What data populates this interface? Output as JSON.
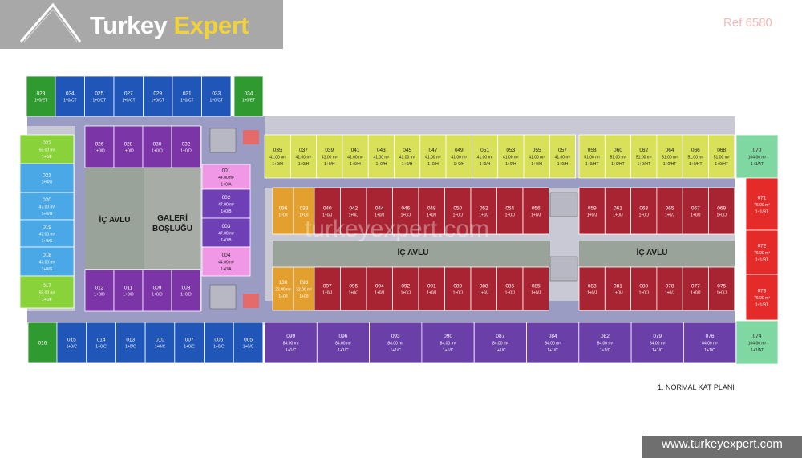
{
  "branding": {
    "logo_part1": "Turkey",
    "logo_part2": "Expert",
    "ref": "Ref 6580",
    "website": "www.turkeyexpert.com",
    "watermark": "turkeyexpert.com"
  },
  "plan_title": "1. NORMAL KAT PLANI",
  "labels": {
    "ic_avlu": "İÇ AVLU",
    "galeri_1": "GALERİ",
    "galeri_2": "BOŞLUĞU"
  },
  "colors": {
    "green": "#2f9a2f",
    "blue": "#1f56b8",
    "purple_dark": "#7b35a6",
    "magenta": "#c65cc2",
    "pink": "#f097e6",
    "violet": "#6f3fb5",
    "lime": "#d9e05a",
    "bright_green": "#8ad23a",
    "sky": "#4aa8e6",
    "maroon": "#a82433",
    "orange": "#e3a02e",
    "red": "#e52a2a",
    "mint": "#7fd8a1",
    "grey_court": "#9aa39a",
    "corridor": "#9a9cc4",
    "deep_purple": "#6a3fa8"
  },
  "units": {
    "u023": {
      "no": "023",
      "area": "",
      "type": "1+0/ET"
    },
    "u024": {
      "no": "024",
      "area": "",
      "type": "1+0/CT"
    },
    "u025": {
      "no": "025",
      "area": "",
      "type": "1+0/CT"
    },
    "u027": {
      "no": "027",
      "area": "",
      "type": "1+0/CT"
    },
    "u029": {
      "no": "029",
      "area": "",
      "type": "1+0/CT"
    },
    "u031": {
      "no": "031",
      "area": "",
      "type": "1+0/CT"
    },
    "u033": {
      "no": "033",
      "area": "",
      "type": "1+0/CT"
    },
    "u034": {
      "no": "034",
      "area": "",
      "type": "1+0/ET"
    },
    "u022": {
      "no": "022",
      "area": "55.00 m²",
      "type": "1+0/F"
    },
    "u021": {
      "no": "021",
      "area": "",
      "type": "1+0/G"
    },
    "u020": {
      "no": "020",
      "area": "47.00 m²",
      "type": "1+0/G"
    },
    "u019": {
      "no": "019",
      "area": "47.00 m²",
      "type": "1+0/G"
    },
    "u018": {
      "no": "018",
      "area": "47.00 m²",
      "type": "1+0/G"
    },
    "u017": {
      "no": "017",
      "area": "55.00 m²",
      "type": "1+0/F"
    },
    "u026": {
      "no": "026",
      "area": "",
      "type": "1+0/D"
    },
    "u028": {
      "no": "028",
      "area": "",
      "type": "1+0/D"
    },
    "u030": {
      "no": "030",
      "area": "",
      "type": "1+0/D"
    },
    "u032": {
      "no": "032",
      "area": "",
      "type": "1+0/D"
    },
    "u012": {
      "no": "012",
      "area": "",
      "type": "1+0/D"
    },
    "u011": {
      "no": "011",
      "area": "",
      "type": "1+0/D"
    },
    "u009": {
      "no": "009",
      "area": "",
      "type": "1+0/D"
    },
    "u008": {
      "no": "008",
      "area": "",
      "type": "1+0/D"
    },
    "u001": {
      "no": "001",
      "area": "44.00 m²",
      "type": "1+0/A"
    },
    "u002": {
      "no": "002",
      "area": "47.00 m²",
      "type": "1+0/B"
    },
    "u003": {
      "no": "003",
      "area": "47.00 m²",
      "type": "1+0/B"
    },
    "u004": {
      "no": "004",
      "area": "44.00 m²",
      "type": "1+0/A"
    },
    "u016": {
      "no": "016",
      "area": "",
      "type": ""
    },
    "u015": {
      "no": "015",
      "area": "",
      "type": "1+0/C"
    },
    "u014": {
      "no": "014",
      "area": "",
      "type": "1+0/C"
    },
    "u013": {
      "no": "013",
      "area": "",
      "type": "1+0/C"
    },
    "u010": {
      "no": "010",
      "area": "",
      "type": "1+0/C"
    },
    "u007": {
      "no": "007",
      "area": "",
      "type": "1+0/C"
    },
    "u006": {
      "no": "006",
      "area": "",
      "type": "1+0/C"
    },
    "u005": {
      "no": "005",
      "area": "",
      "type": "1+0/C"
    },
    "u035": {
      "no": "035",
      "area": "41.00 m²",
      "type": "1+0/H"
    },
    "u037": {
      "no": "037",
      "area": "41.00 m²",
      "type": "1+0/H"
    },
    "u039": {
      "no": "039",
      "area": "41.00 m²",
      "type": "1+0/H"
    },
    "u041": {
      "no": "041",
      "area": "41.00 m²",
      "type": "1+0/H"
    },
    "u043": {
      "no": "043",
      "area": "41.00 m²",
      "type": "1+0/H"
    },
    "u045": {
      "no": "045",
      "area": "41.00 m²",
      "type": "1+0/H"
    },
    "u047": {
      "no": "047",
      "area": "41.00 m²",
      "type": "1+0/H"
    },
    "u049": {
      "no": "049",
      "area": "41.00 m²",
      "type": "1+0/H"
    },
    "u051": {
      "no": "051",
      "area": "41.00 m²",
      "type": "1+0/H"
    },
    "u053": {
      "no": "053",
      "area": "41.00 m²",
      "type": "1+0/H"
    },
    "u055": {
      "no": "055",
      "area": "41.00 m²",
      "type": "1+0/H"
    },
    "u057": {
      "no": "057",
      "area": "41.00 m²",
      "type": "1+0/H"
    },
    "u058": {
      "no": "058",
      "area": "51.00 m²",
      "type": "1+0/HT"
    },
    "u060": {
      "no": "060",
      "area": "51.00 m²",
      "type": "1+0/HT"
    },
    "u062": {
      "no": "062",
      "area": "51.00 m²",
      "type": "1+0/HT"
    },
    "u064": {
      "no": "064",
      "area": "51.00 m²",
      "type": "1+0/HT"
    },
    "u066": {
      "no": "066",
      "area": "51.00 m²",
      "type": "1+0/HT"
    },
    "u068": {
      "no": "068",
      "area": "51.00 m²",
      "type": "1+0/HT"
    },
    "u070": {
      "no": "070",
      "area": "104.00 m²",
      "type": "1+1/AT"
    },
    "u036": {
      "no": "036",
      "area": "",
      "type": "1+0/I"
    },
    "u038": {
      "no": "038",
      "area": "",
      "type": "1+0/I"
    },
    "u040": {
      "no": "040",
      "area": "",
      "type": "1+0/J"
    },
    "u042": {
      "no": "042",
      "area": "",
      "type": "1+0/J"
    },
    "u044": {
      "no": "044",
      "area": "",
      "type": "1+0/J"
    },
    "u046": {
      "no": "046",
      "area": "",
      "type": "1+0/J"
    },
    "u048": {
      "no": "048",
      "area": "",
      "type": "1+0/J"
    },
    "u050": {
      "no": "050",
      "area": "",
      "type": "1+0/J"
    },
    "u052": {
      "no": "052",
      "area": "",
      "type": "1+0/J"
    },
    "u054": {
      "no": "054",
      "area": "",
      "type": "1+0/J"
    },
    "u056": {
      "no": "056",
      "area": "",
      "type": "1+0/J"
    },
    "u059": {
      "no": "059",
      "area": "",
      "type": "1+0/J"
    },
    "u061": {
      "no": "061",
      "area": "",
      "type": "1+0/J"
    },
    "u063": {
      "no": "063",
      "area": "",
      "type": "1+0/J"
    },
    "u065": {
      "no": "065",
      "area": "",
      "type": "1+0/J"
    },
    "u067": {
      "no": "067",
      "area": "",
      "type": "1+0/J"
    },
    "u069": {
      "no": "069",
      "area": "",
      "type": "1+0/J"
    },
    "u100": {
      "no": "100",
      "area": "32.00 m²",
      "type": "1+0/I"
    },
    "u098": {
      "no": "098",
      "area": "32.00 m²",
      "type": "1+0/I"
    },
    "u097": {
      "no": "097",
      "area": "",
      "type": "1+0/J"
    },
    "u095": {
      "no": "095",
      "area": "",
      "type": "1+0/J"
    },
    "u094": {
      "no": "094",
      "area": "",
      "type": "1+0/J"
    },
    "u092": {
      "no": "092",
      "area": "",
      "type": "1+0/J"
    },
    "u091": {
      "no": "091",
      "area": "",
      "type": "1+0/J"
    },
    "u089": {
      "no": "089",
      "area": "",
      "type": "1+0/J"
    },
    "u088": {
      "no": "088",
      "area": "",
      "type": "1+0/J"
    },
    "u086": {
      "no": "086",
      "area": "",
      "type": "1+0/J"
    },
    "u085": {
      "no": "085",
      "area": "",
      "type": "1+0/J"
    },
    "u083": {
      "no": "083",
      "area": "",
      "type": "1+0/J"
    },
    "u081": {
      "no": "081",
      "area": "",
      "type": "1+0/J"
    },
    "u080": {
      "no": "080",
      "area": "",
      "type": "1+0/J"
    },
    "u078": {
      "no": "078",
      "area": "",
      "type": "1+0/J"
    },
    "u077": {
      "no": "077",
      "area": "",
      "type": "1+0/J"
    },
    "u075": {
      "no": "075",
      "area": "",
      "type": "1+0/J"
    },
    "u071": {
      "no": "071",
      "area": "76.00 m²",
      "type": "1+1/BT"
    },
    "u072": {
      "no": "072",
      "area": "76.00 m²",
      "type": "1+1/BT"
    },
    "u073": {
      "no": "073",
      "area": "76.00 m²",
      "type": "1+1/BT"
    },
    "u099": {
      "no": "099",
      "area": "84.00 m²",
      "type": "1+1/C"
    },
    "u096": {
      "no": "096",
      "area": "84.00 m²",
      "type": "1+1/C"
    },
    "u093": {
      "no": "093",
      "area": "84.00 m²",
      "type": "1+1/C"
    },
    "u090": {
      "no": "090",
      "area": "84.00 m²",
      "type": "1+1/C"
    },
    "u087": {
      "no": "087",
      "area": "84.00 m²",
      "type": "1+1/C"
    },
    "u084": {
      "no": "084",
      "area": "84.00 m²",
      "type": "1+1/C"
    },
    "u082": {
      "no": "082",
      "area": "84.00 m²",
      "type": "1+1/C"
    },
    "u079": {
      "no": "079",
      "area": "84.00 m²",
      "type": "1+1/C"
    },
    "u076": {
      "no": "076",
      "area": "84.00 m²",
      "type": "1+1/C"
    },
    "u074": {
      "no": "074",
      "area": "104.00 m²",
      "type": "1+1/AT"
    }
  }
}
